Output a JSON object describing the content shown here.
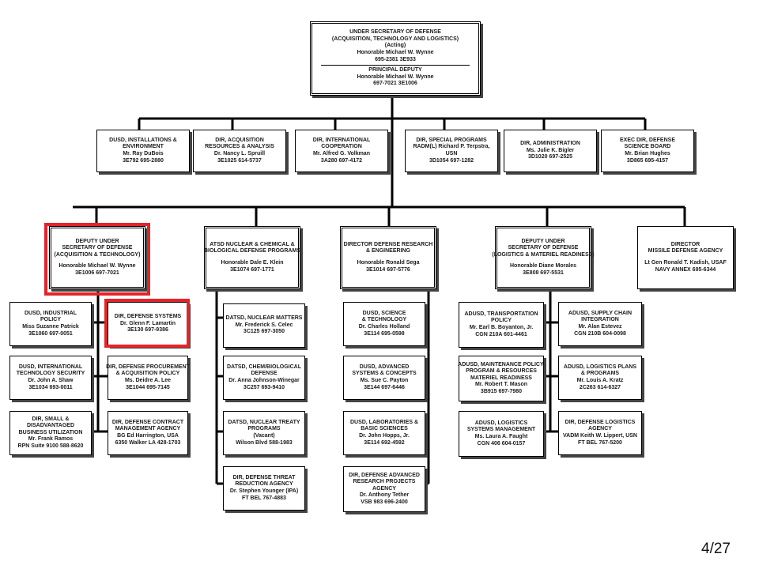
{
  "org": {
    "top": {
      "lines": [
        "UNDER SECRETARY OF DEFENSE",
        "(ACQUISITION, TECHNOLOGY AND LOGISTICS)",
        "(Acting)",
        "Honorable Michael W. Wynne",
        "695-2381     3E933"
      ],
      "lines2": [
        "PRINCIPAL DEPUTY",
        "Honorable Michael W. Wynne",
        "697-7021     3E1006"
      ]
    },
    "staff": [
      {
        "name": "dusd-installations-environment",
        "lines": [
          "DUSD, INSTALLATIONS &",
          "ENVIRONMENT",
          "Mr. Ray DuBois",
          "3E792     695-2880"
        ]
      },
      {
        "name": "dir-acquisition-resources-analysis",
        "lines": [
          "DIR, ACQUISITION",
          "RESOURCES & ANALYSIS",
          "Dr. Nancy L. Spruill",
          "3E1025     614-5737"
        ]
      },
      {
        "name": "dir-international-cooperation",
        "lines": [
          "DIR, INTERNATIONAL",
          "COOPERATION",
          "Mr. Alfred G. Volkman",
          "3A280     697-4172"
        ]
      },
      {
        "name": "dir-special-programs",
        "lines": [
          "DIR, SPECIAL PROGRAMS",
          "RADM(L) Richard P. Terpstra,",
          "USN",
          "3D1054     697-1282"
        ]
      },
      {
        "name": "dir-administration",
        "lines": [
          "DIR, ADMINISTRATION",
          "Ms. Julie K. Bigler",
          "3D1020     697-2525"
        ]
      },
      {
        "name": "exec-dir-defense-science-board",
        "lines": [
          "EXEC DIR, DEFENSE",
          "SCIENCE BOARD",
          "Mr. Brian Hughes",
          "3D865     695-4157"
        ]
      }
    ],
    "deputies": [
      {
        "name": "deputy-under-secretary-at",
        "lines": [
          "DEPUTY UNDER",
          "SECRETARY OF DEFENSE",
          "(ACQUISITION & TECHNOLOGY)"
        ],
        "lines2": [
          "Honorable Michael W. Wynne",
          "3E1006     697-7021"
        ]
      },
      {
        "name": "atsd-nuclear-chemical-biological",
        "lines": [
          "ATSD NUCLEAR & CHEMICAL &",
          "BIOLOGICAL DEFENSE PROGRAMS"
        ],
        "lines2": [
          "Honorable Dale E. Klein",
          "3E1074     697-1771"
        ]
      },
      {
        "name": "director-defense-research-engineering",
        "lines": [
          "DIRECTOR DEFENSE RESEARCH",
          "& ENGINEERING"
        ],
        "lines2": [
          "Honorable Ronald Sega",
          "3E1014     697-5776"
        ]
      },
      {
        "name": "deputy-under-secretary-lmr",
        "lines": [
          "DEPUTY UNDER",
          "SECRETARY OF DEFENSE",
          "(LOGISTICS & MATERIEL READINESS)"
        ],
        "lines2": [
          "Honorable Diane Morales",
          "3E808     697-5531"
        ]
      },
      {
        "name": "director-missile-defense-agency",
        "lines": [
          "DIRECTOR",
          "MISSILE DEFENSE AGENCY"
        ],
        "lines2": [
          "Lt Gen Ronald T. Kadish, USAF",
          "NAVY ANNEX     695-6344"
        ]
      }
    ],
    "col1_left": [
      {
        "name": "dusd-industrial-policy",
        "lines": [
          "DUSD, INDUSTRIAL",
          "POLICY",
          "Miss Suzanne Patrick",
          "3E1060     697-0051"
        ]
      },
      {
        "name": "dusd-international-technology-security",
        "lines": [
          "DUSD, INTERNATIONAL",
          "TECHNOLOGY SECURITY",
          "Dr. John A. Shaw",
          "3E1034     693-0011"
        ]
      },
      {
        "name": "dir-small-disadvantaged-business",
        "lines": [
          "DIR, SMALL &",
          "DISADVANTAGED",
          "BUSINESS UTILIZATION",
          "Mr. Frank Ramos",
          "RPN     Suite 9100     588-8620"
        ]
      }
    ],
    "col1_right": [
      {
        "name": "dir-defense-systems",
        "lines": [
          "DIR, DEFENSE SYSTEMS",
          "Dr. Glenn F. Lamartin",
          "3E130     697-9386"
        ]
      },
      {
        "name": "dir-defense-procurement",
        "lines": [
          "DIR, DEFENSE PROCUREMENT",
          "& ACQUISITION POLICY",
          "Ms. Deidre A. Lee",
          "3E1044     695-7145"
        ]
      },
      {
        "name": "dir-defense-contract-management",
        "lines": [
          "DIR, DEFENSE CONTRACT",
          "MANAGEMENT AGENCY",
          "BG Ed Harrington, USA",
          "6350 Walker LA     428-1703"
        ]
      }
    ],
    "col2": [
      {
        "name": "datsd-nuclear-matters",
        "lines": [
          "DATSD, NUCLEAR MATTERS",
          "Mr. Frederick S. Celec",
          "3C125     697-3050"
        ]
      },
      {
        "name": "datsd-chem-biological-defense",
        "lines": [
          "DATSD, CHEM/BIOLOGICAL",
          "DEFENSE",
          "Dr. Anna Johnson-Winegar",
          "3C257     693-9410"
        ]
      },
      {
        "name": "datsd-nuclear-treaty-programs",
        "lines": [
          "DATSD, NUCLEAR TREATY",
          "PROGRAMS",
          "(Vacant)",
          "Wilson Blvd     588-1983"
        ]
      },
      {
        "name": "dir-defense-threat-reduction",
        "lines": [
          "DIR, DEFENSE THREAT",
          "REDUCTION AGENCY",
          "Dr. Stephen Younger (IPA)",
          "FT BEL     767-4883"
        ]
      }
    ],
    "col3": [
      {
        "name": "dusd-science-technology",
        "lines": [
          "DUSD, SCIENCE",
          "& TECHNOLOGY",
          "Dr. Charles Holland",
          "3E114     695-0598"
        ]
      },
      {
        "name": "dusd-advanced-systems-concepts",
        "lines": [
          "DUSD, ADVANCED",
          "SYSTEMS & CONCEPTS",
          "Ms. Sue C. Payton",
          "3E144     697-6446"
        ]
      },
      {
        "name": "dusd-laboratories-basic-sciences",
        "lines": [
          "DUSD, LABORATORIES &",
          "BASIC SCIENCES",
          "Dr. John Hopps, Jr.",
          "3E114     692-4592"
        ]
      },
      {
        "name": "dir-darpa",
        "lines": [
          "DIR, DEFENSE ADVANCED",
          "RESEARCH PROJECTS",
          "AGENCY",
          "Dr. Anthony Tether",
          "VSB 983     696-2400"
        ]
      }
    ],
    "col4_left": [
      {
        "name": "adusd-transportation-policy",
        "lines": [
          "ADUSD, TRANSPORTATION",
          "POLICY",
          "Mr. Earl B. Boyanton, Jr.",
          "CGN 210A     601-4461"
        ]
      },
      {
        "name": "adusd-maintenance-policy",
        "lines": [
          "ADUSD, MAINTENANCE POLICY,",
          "PROGRAM & RESOURCES",
          "MATERIEL READINESS",
          "Mr. Robert T. Mason",
          "3B915     697-7980"
        ]
      },
      {
        "name": "adusd-logistics-systems-management",
        "lines": [
          "ADUSD, LOGISTICS",
          "SYSTEMS MANAGEMENT",
          "Ms. Laura A. Faught",
          "CGN 406     604-0157"
        ]
      }
    ],
    "col4_right": [
      {
        "name": "adusd-supply-chain-integration",
        "lines": [
          "ADUSD, SUPPLY CHAIN",
          "INTEGRATION",
          "Mr. Alan Estevez",
          "CGN 210B     604-0098"
        ]
      },
      {
        "name": "adusd-logistics-plans-programs",
        "lines": [
          "ADUSD, LOGISTICS PLANS",
          "& PROGRAMS",
          "Mr. Louis A. Kratz",
          "2C263     614-6327"
        ]
      },
      {
        "name": "dir-defense-logistics-agency",
        "lines": [
          "DIR, DEFENSE LOGISTICS",
          "AGENCY",
          "VADM Keith W. Lippert, USN",
          "FT BEL     767-5200"
        ]
      }
    ],
    "highlight_color": "#e3242b"
  },
  "page": {
    "number": "4/27"
  }
}
